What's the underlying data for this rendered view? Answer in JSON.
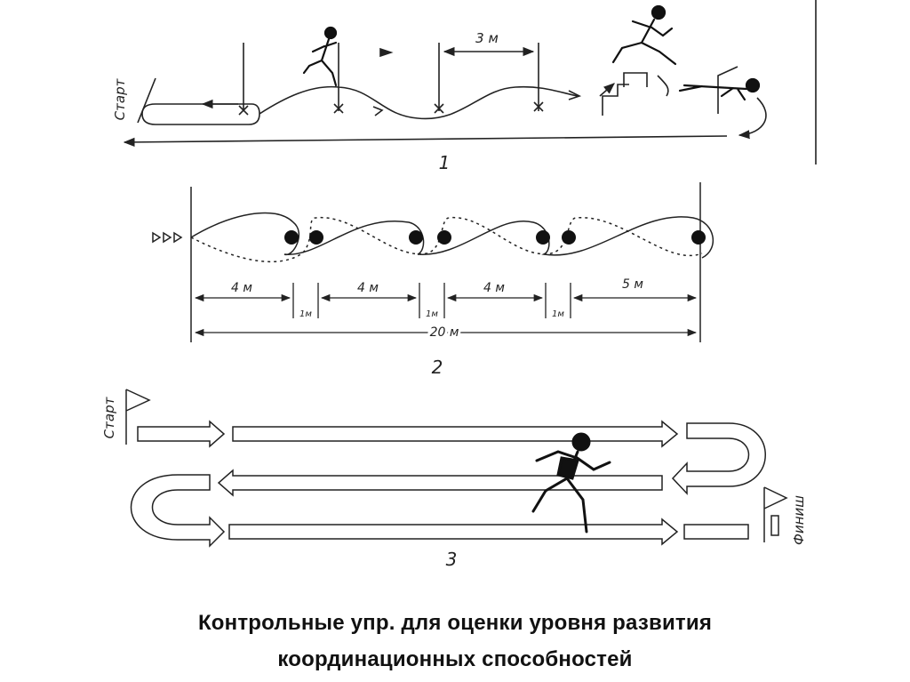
{
  "diagram1": {
    "start_label": "Старт",
    "distance_label": "3 м",
    "number": "1"
  },
  "diagram2": {
    "segments": [
      "4 м",
      "4 м",
      "4 м",
      "5 м"
    ],
    "gaps": [
      "1м",
      "1м",
      "1м"
    ],
    "total": "20 м",
    "number": "2"
  },
  "diagram3": {
    "start_label": "Старт",
    "finish_label": "Финиш",
    "number": "3"
  },
  "caption": {
    "line1": "Контрольные упр. для оценки уровня развития",
    "line2": "координационных способностей"
  }
}
